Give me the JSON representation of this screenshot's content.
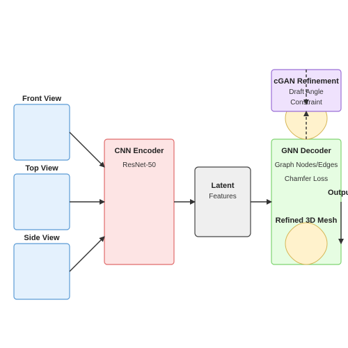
{
  "views": {
    "front": "Front View",
    "top": "Top View",
    "side": "Side View"
  },
  "encoder": {
    "title": "CNN Encoder",
    "subtitle": "ResNet-50"
  },
  "latent": {
    "title": "Latent",
    "subtitle": "Features"
  },
  "decoder": {
    "title": "GNN Decoder",
    "line1": "Graph Nodes/Edges",
    "line2": "Chamfer Loss",
    "mesh_label": "Refined 3D Mesh"
  },
  "refinement": {
    "title": "cGAN Refinement",
    "line1": "Draft Angle",
    "line2": "Constraint"
  },
  "output_label": "Output",
  "colors": {
    "view_fill": "#e4f1fd",
    "view_stroke": "#5b9bd5",
    "encoder_fill": "#fde4e4",
    "encoder_stroke": "#e06b6b",
    "latent_fill": "#efefef",
    "latent_stroke": "#444444",
    "decoder_fill": "#e6fde2",
    "decoder_stroke": "#7fd472",
    "refine_fill": "#efe2fd",
    "refine_stroke": "#9b6fd6",
    "mesh_fill": "#fff2cc",
    "mesh_stroke": "#d6b656"
  }
}
